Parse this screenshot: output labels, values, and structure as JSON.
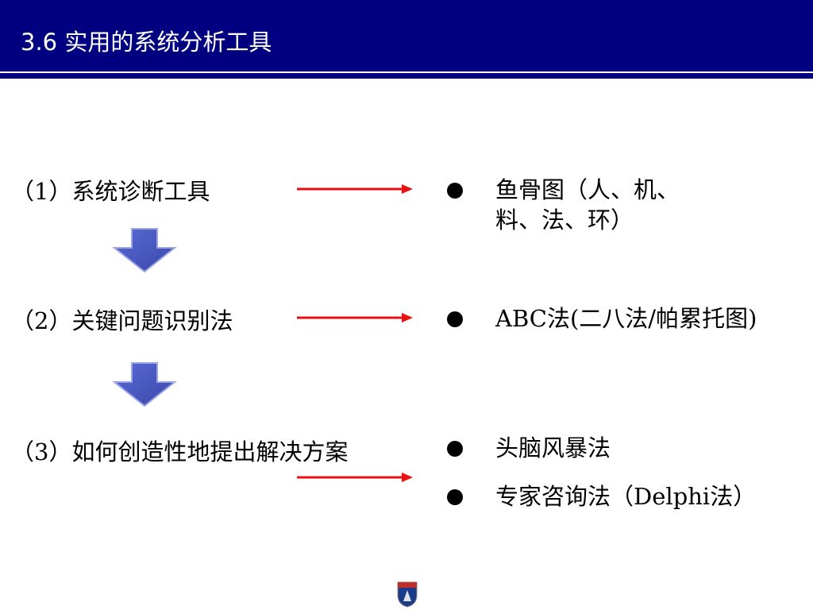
{
  "slide": {
    "title": "3.6 实用的系统分析工具",
    "header_color": "#000080",
    "arrow_color": "#e81010",
    "down_arrow_color": "#4a5cc0"
  },
  "steps": [
    {
      "label": "（1）系统诊断工具"
    },
    {
      "label": "（2）关键问题识别法"
    },
    {
      "label": "（3）如何创造性地提出解决方案"
    }
  ],
  "results": [
    {
      "lines": [
        "鱼骨图（人、机、",
        "料、法、环）"
      ]
    },
    {
      "lines": [
        "ABC法(二八法/帕累托图)"
      ]
    },
    {
      "lines": [
        "头脑风暴法"
      ]
    },
    {
      "lines": [
        "专家咨询法（Delphi法）"
      ]
    }
  ],
  "icons": {
    "right_arrow": "right-arrow-icon",
    "down_arrow": "down-arrow-icon",
    "bullet": "bullet-icon",
    "logo": "school-emblem-icon"
  }
}
